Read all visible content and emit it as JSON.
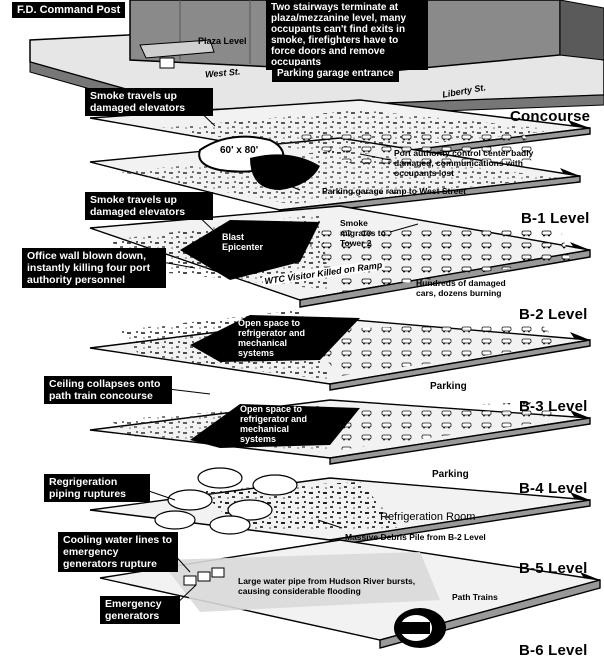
{
  "top": {
    "command_post": "F.D. Command Post",
    "stairways_note": "Two stairways terminate at plaza/mezzanine level, many occupants can't find exits in smoke, firefighters have to force doors and remove occupants",
    "plaza_level": "Plaza Level",
    "west_st": "West St.",
    "liberty_st": "Liberty St.",
    "garage_entrance": "Parking garage entrance"
  },
  "levels": {
    "concourse": "Concourse",
    "b1": "B-1 Level",
    "b2": "B-2 Level",
    "b3": "B-3 Level",
    "b4": "B-4 Level",
    "b5": "B-5 Level",
    "b6": "B-6 Level"
  },
  "callouts": {
    "smoke_elevators_1": "Smoke travels up damaged elevators",
    "smoke_elevators_2": "Smoke travels up damaged elevators",
    "office_wall": "Office wall blown down, instantly killing four port authority personnel",
    "ceiling_collapse": "Ceiling collapses onto path train concourse",
    "refrigeration_piping": "Regrigeration piping ruptures",
    "cooling_water": "Cooling water lines to emergency generators rupture",
    "emergency_generators": "Emergency generators"
  },
  "notes": {
    "crater": "60' x 80'",
    "control_center": "Port authority control center badly damaged, communications with occupants lost",
    "garage_ramp": "Parking garage ramp to West Street",
    "blast_epicenter": "Blast Epicenter",
    "smoke_tower": "Smoke migrates to Tower 2",
    "wtc_visitor": "WTC Visitor Killed on Ramp",
    "damaged_cars": "Hundreds of damaged cars, dozens burning",
    "open_space_1": "Open space to refrigerator and mechanical systems",
    "open_space_2": "Open space to refrigerator and mechanical systems",
    "parking_b3": "Parking",
    "parking_b4": "Parking",
    "refrigeration_room": "Refrigeration Room",
    "debris_pile": "Massive Debris Pile from B-2 Level",
    "water_pipe": "Large water pipe from Hudson River bursts, causing considerable flooding",
    "path_trains": "Path Trains"
  }
}
